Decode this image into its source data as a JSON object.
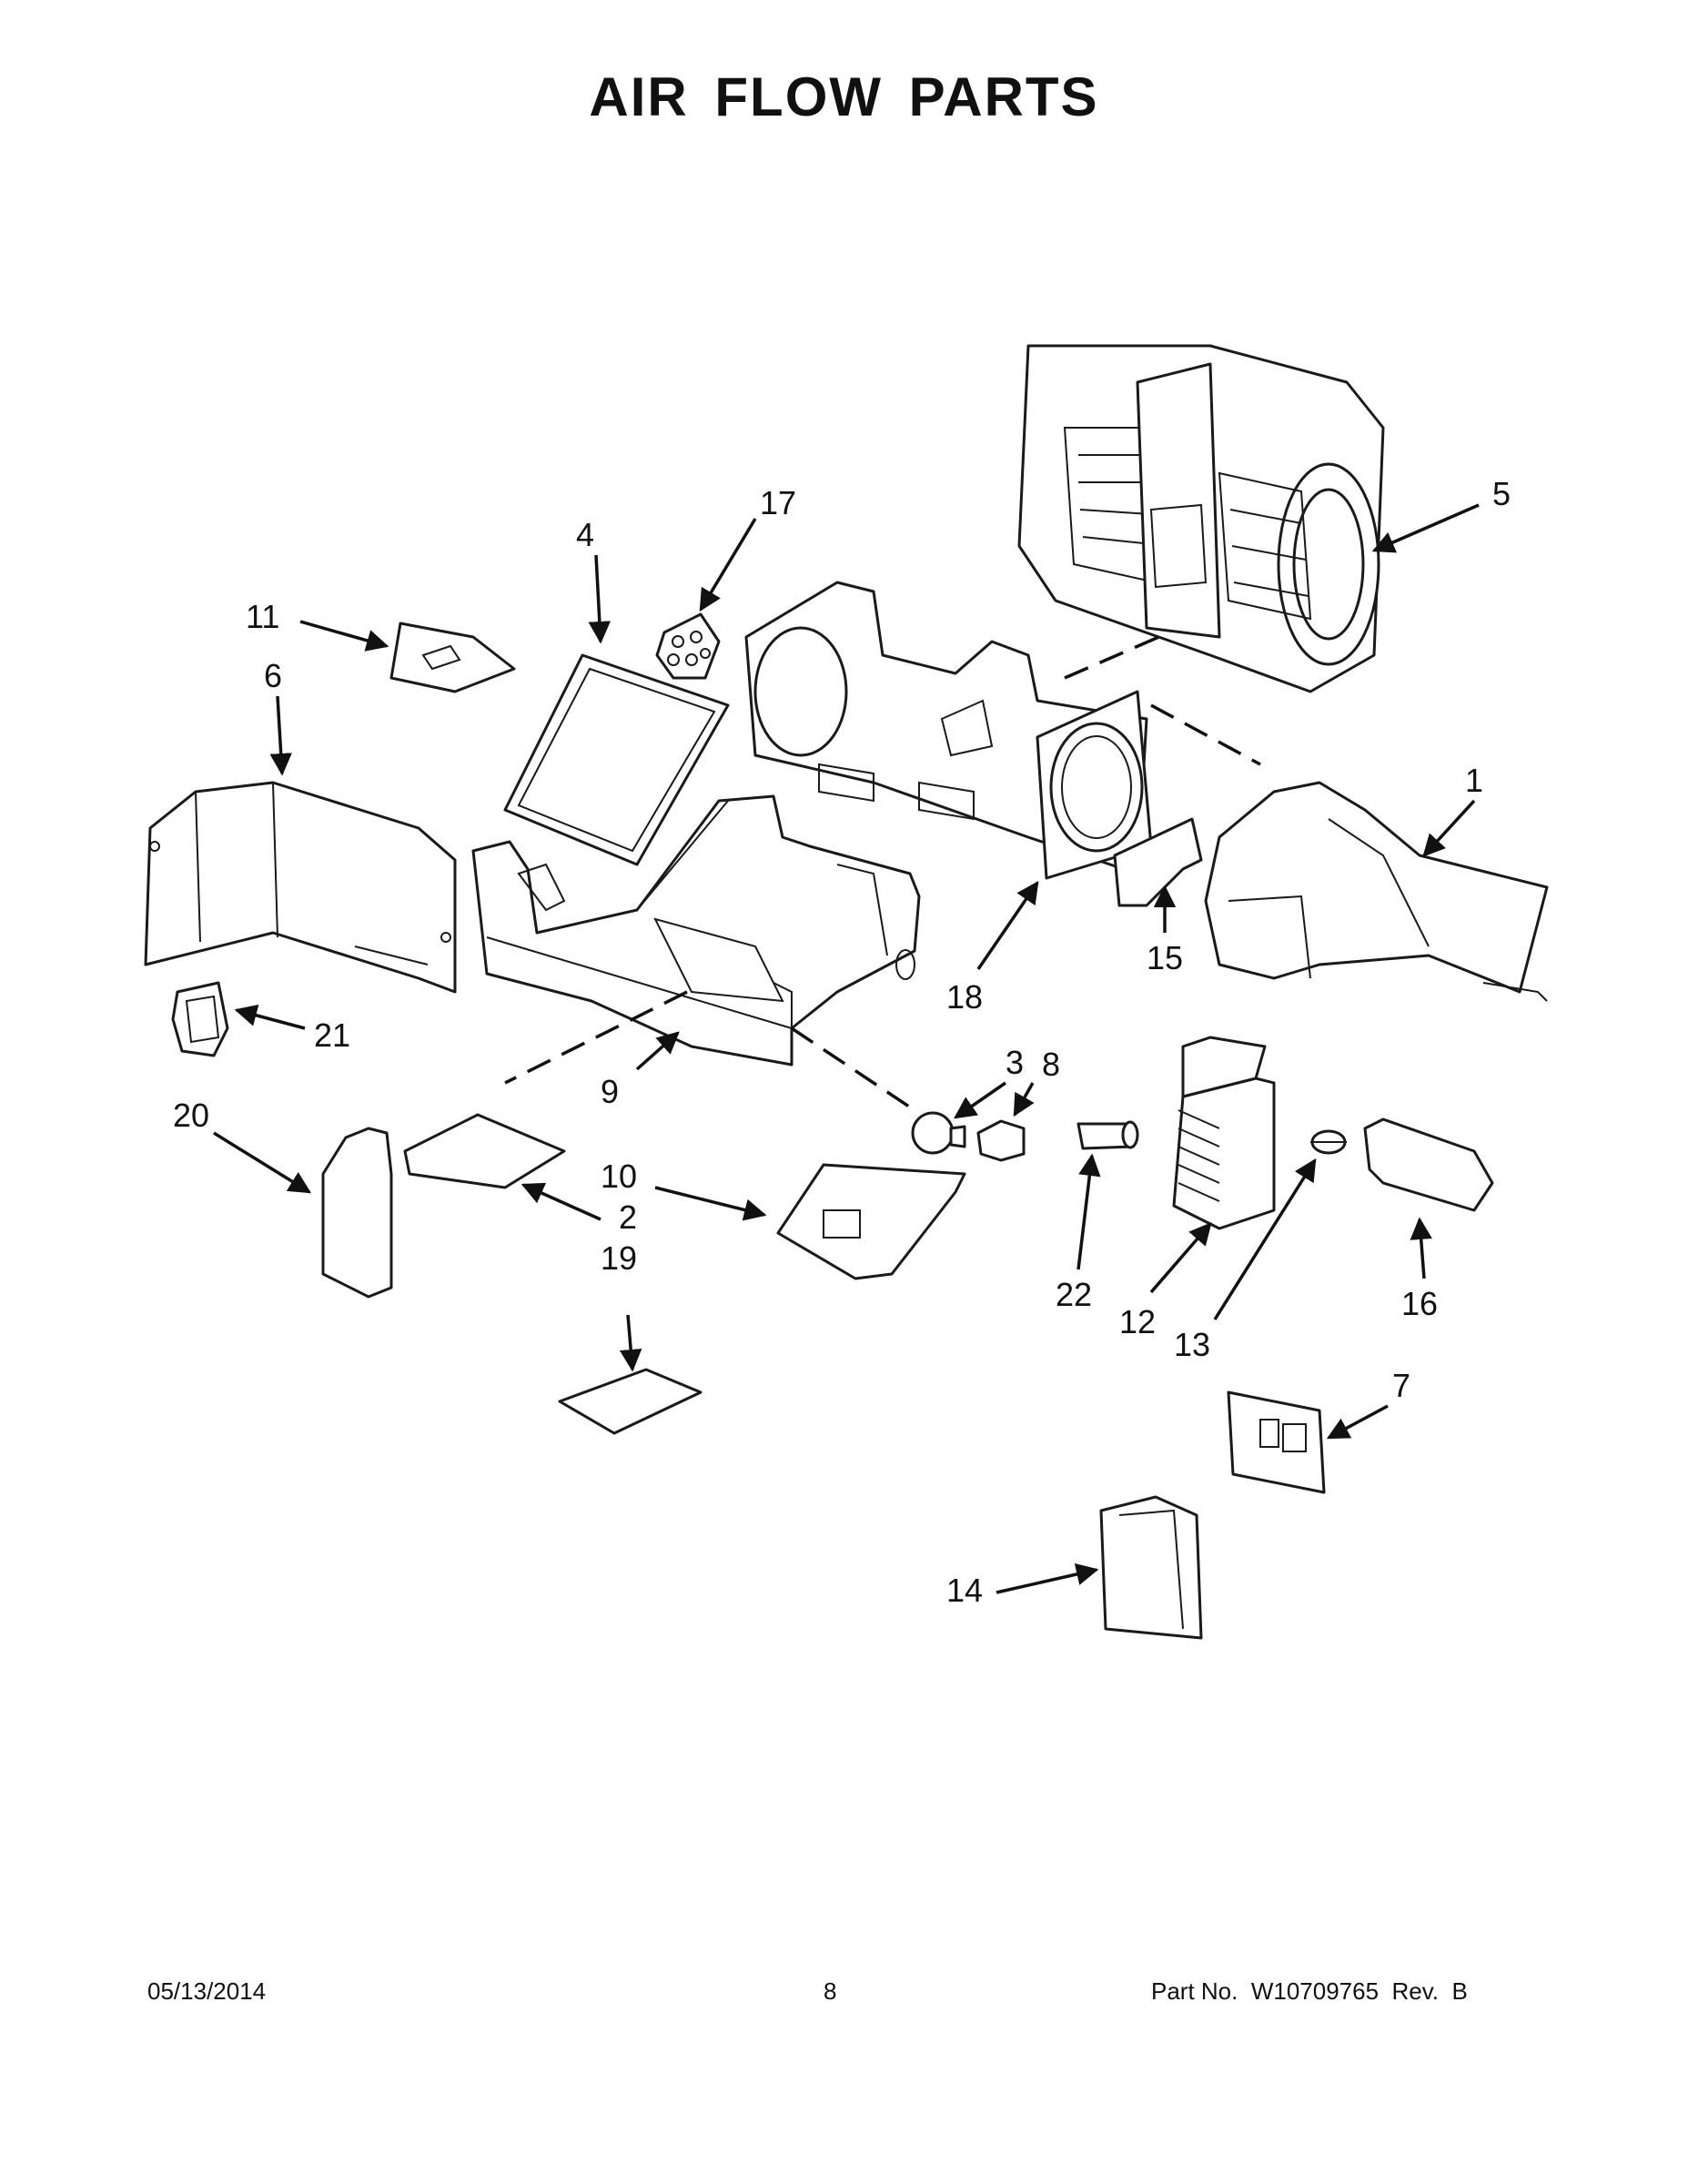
{
  "title": "AIR FLOW PARTS",
  "callouts": [
    "1",
    "2",
    "3",
    "4",
    "5",
    "6",
    "7",
    "8",
    "9",
    "10",
    "11",
    "12",
    "13",
    "14",
    "15",
    "16",
    "17",
    "18",
    "19",
    "20",
    "21",
    "22"
  ],
  "footer": {
    "date": "05/13/2014",
    "page": "8",
    "part_number": "Part No.  W10709765  Rev.  B"
  }
}
